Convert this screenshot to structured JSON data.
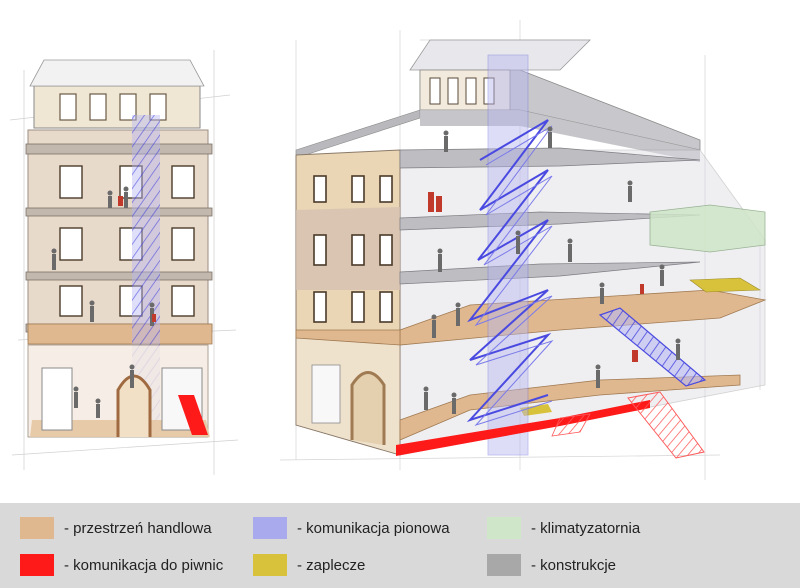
{
  "legend": {
    "items": [
      {
        "label": "- przestrzeń handlowa",
        "color": "#e0b890",
        "swatch": "retail-swatch"
      },
      {
        "label": "- komunikacja pionowa",
        "color": "#a9a9ee",
        "swatch": "vertical-circulation-swatch"
      },
      {
        "label": "- klimatyzatornia",
        "color": "#cfe6c8",
        "swatch": "hvac-room-swatch"
      },
      {
        "label": "- komunikacja do piwnic",
        "color": "#ff1a1a",
        "swatch": "basement-circulation-swatch"
      },
      {
        "label": "- zaplecze",
        "color": "#d8c23c",
        "swatch": "back-office-swatch"
      },
      {
        "label": "- konstrukcje",
        "color": "#a8a8a8",
        "swatch": "structure-swatch"
      }
    ]
  },
  "colors": {
    "facade": "#ead6b4",
    "glass": "#c9c9d6",
    "slab": "#b9b9bd",
    "retail": "#e0b890",
    "stairs": "#4a4ae0",
    "basement_stairs": "#ff1a1a",
    "hvac": "#cfe6c8",
    "back_office": "#d8c23c",
    "structure": "#a8a8a8"
  }
}
